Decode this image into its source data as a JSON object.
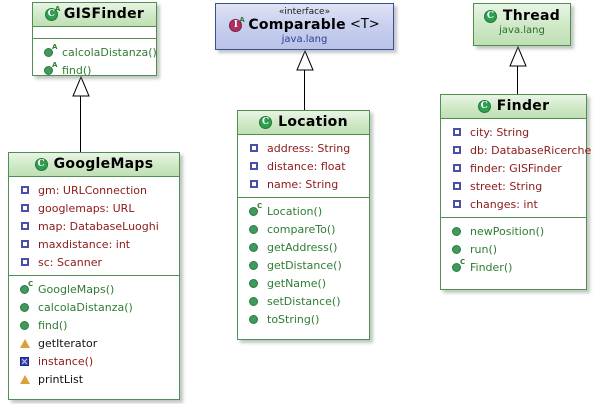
{
  "diagram": {
    "kind": "uml-class-diagram",
    "colors": {
      "class_border": "#4f8f4f",
      "class_header_top": "#e8f5e4",
      "class_header_bottom": "#bfe0b4",
      "interface_border": "#3d4f8f",
      "interface_header_top": "#dfe3f4",
      "interface_header_bottom": "#b9c2e8",
      "field_text": "#8b1a1a",
      "method_text": "#2e7d32",
      "package_text": "#2b6b2b",
      "package_text_interface": "#2a3e8c",
      "field_icon": "#4a4fa8",
      "method_icon": "#3f9a5c",
      "warn_icon": "#d9a13b",
      "error_icon": "#2f3fb0",
      "background": "#ffffff"
    },
    "classes": [
      {
        "id": "gisfinder",
        "name": "GISFinder",
        "stereotype": "",
        "package": "",
        "icon": "class-abstract-icon",
        "icon_glyph": "C",
        "icon_sup": "A",
        "fields": [],
        "methods": [
          {
            "label": "calcolaDistanza()",
            "icon": "abstract-method-icon",
            "sup": "A",
            "style": "method"
          },
          {
            "label": "find()",
            "icon": "abstract-method-icon",
            "sup": "A",
            "style": "method"
          }
        ]
      },
      {
        "id": "googlemaps",
        "name": "GoogleMaps",
        "stereotype": "",
        "package": "",
        "icon": "class-icon",
        "icon_glyph": "C",
        "icon_sup": "",
        "fields": [
          {
            "label": "gm: URLConnection",
            "icon": "private-field-icon",
            "style": "field"
          },
          {
            "label": "googlemaps: URL",
            "icon": "private-field-icon",
            "style": "field"
          },
          {
            "label": "map: DatabaseLuoghi",
            "icon": "private-field-icon",
            "style": "field"
          },
          {
            "label": "maxdistance: int",
            "icon": "private-field-icon",
            "style": "field"
          },
          {
            "label": "sc: Scanner",
            "icon": "private-field-icon",
            "style": "field"
          }
        ],
        "methods": [
          {
            "label": "GoogleMaps()",
            "icon": "constructor-icon",
            "sup": "C",
            "style": "method"
          },
          {
            "label": "calcolaDistanza()",
            "icon": "public-method-icon",
            "sup": "",
            "style": "method"
          },
          {
            "label": "find()",
            "icon": "public-method-icon",
            "sup": "",
            "style": "method"
          },
          {
            "label": "getIterator",
            "icon": "warning-icon",
            "sup": "",
            "style": "warn"
          },
          {
            "label": "instance()",
            "icon": "error-icon",
            "sup": "",
            "style": "err"
          },
          {
            "label": "printList",
            "icon": "warning-icon",
            "sup": "",
            "style": "warn"
          }
        ]
      },
      {
        "id": "comparable",
        "name": "Comparable",
        "generic": "<T>",
        "stereotype": "«interface»",
        "package": "java.lang",
        "icon": "interface-icon",
        "icon_glyph": "I",
        "icon_sup": "A",
        "fields": [],
        "methods": []
      },
      {
        "id": "location",
        "name": "Location",
        "stereotype": "",
        "package": "",
        "icon": "class-icon",
        "icon_glyph": "C",
        "icon_sup": "",
        "fields": [
          {
            "label": "address: String",
            "icon": "private-field-icon",
            "style": "field"
          },
          {
            "label": "distance: float",
            "icon": "private-field-icon",
            "style": "field"
          },
          {
            "label": "name: String",
            "icon": "private-field-icon",
            "style": "field"
          }
        ],
        "methods": [
          {
            "label": "Location()",
            "icon": "constructor-icon",
            "sup": "C",
            "style": "method"
          },
          {
            "label": "compareTo()",
            "icon": "public-method-icon",
            "sup": "",
            "style": "method"
          },
          {
            "label": "getAddress()",
            "icon": "public-method-icon",
            "sup": "",
            "style": "method"
          },
          {
            "label": "getDistance()",
            "icon": "public-method-icon",
            "sup": "",
            "style": "method"
          },
          {
            "label": "getName()",
            "icon": "public-method-icon",
            "sup": "",
            "style": "method"
          },
          {
            "label": "setDistance()",
            "icon": "public-method-icon",
            "sup": "",
            "style": "method"
          },
          {
            "label": "toString()",
            "icon": "public-method-icon",
            "sup": "",
            "style": "method"
          }
        ]
      },
      {
        "id": "thread",
        "name": "Thread",
        "stereotype": "",
        "package": "java.lang",
        "icon": "class-icon",
        "icon_glyph": "C",
        "icon_sup": "",
        "fields": [],
        "methods": []
      },
      {
        "id": "finder",
        "name": "Finder",
        "stereotype": "",
        "package": "",
        "icon": "class-icon",
        "icon_glyph": "C",
        "icon_sup": "",
        "fields": [
          {
            "label": "city: String",
            "icon": "private-field-icon",
            "style": "field"
          },
          {
            "label": "db: DatabaseRicerche",
            "icon": "private-field-icon",
            "style": "field"
          },
          {
            "label": "finder: GISFinder",
            "icon": "private-field-icon",
            "style": "field"
          },
          {
            "label": "street: String",
            "icon": "private-field-icon",
            "style": "field"
          },
          {
            "label": "changes: int",
            "icon": "private-field-icon",
            "style": "field"
          }
        ],
        "methods": [
          {
            "label": "newPosition()",
            "icon": "public-method-icon",
            "sup": "",
            "style": "method"
          },
          {
            "label": "run()",
            "icon": "public-method-icon",
            "sup": "",
            "style": "method"
          },
          {
            "label": "Finder()",
            "icon": "constructor-icon",
            "sup": "C",
            "style": "method"
          }
        ]
      }
    ],
    "relationships": [
      {
        "type": "generalization",
        "from": "GoogleMaps",
        "to": "GISFinder"
      },
      {
        "type": "realization",
        "from": "Location",
        "to": "Comparable"
      },
      {
        "type": "generalization",
        "from": "Finder",
        "to": "Thread"
      }
    ]
  }
}
